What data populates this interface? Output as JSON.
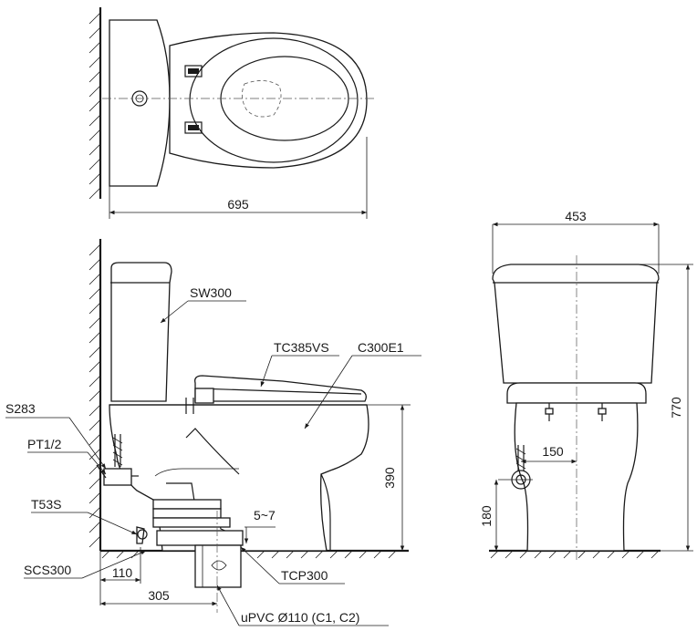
{
  "dimensions": {
    "top_length": "695",
    "front_width": "453",
    "total_height": "770",
    "seat_height": "390",
    "wall_to_outlet": "305",
    "wall_to_pipe_edge": "110",
    "gap": "5~7",
    "supply_offset": "150",
    "supply_height": "180"
  },
  "labels": {
    "tank": "SW300",
    "seat": "TC385VS",
    "bowl": "C300E1",
    "stop_valve": "S283",
    "thread": "PT1/2",
    "flex_hose": "T53S",
    "anchor": "SCS300",
    "flange": "TCP300",
    "pipe": "uPVC Ø110 (C1, C2)"
  },
  "colors": {
    "line": "#1a1a1a",
    "background": "#ffffff"
  }
}
